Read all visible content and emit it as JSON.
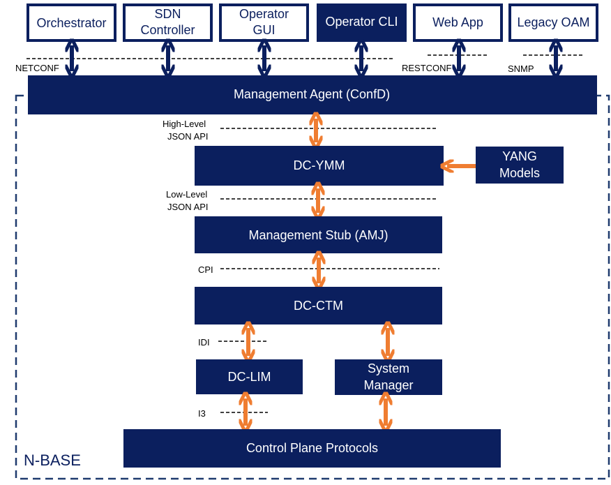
{
  "colors": {
    "navy": "#0b1f5e",
    "orange": "#ef7d31",
    "white": "#ffffff",
    "black": "#000000"
  },
  "clients": {
    "orchestrator": "Orchestrator",
    "sdn_line1": "SDN",
    "sdn_line2": "Controller",
    "operator_gui_line1": "Operator",
    "operator_gui_line2": "GUI",
    "operator_cli": "Operator CLI",
    "web_app": "Web App",
    "legacy_oam": "Legacy OAM"
  },
  "protocols": {
    "netconf": "NETCONF",
    "restconf": "RESTCONF",
    "snmp": "SNMP"
  },
  "layers": {
    "management_agent": "Management Agent (ConfD)",
    "dc_ymm": "DC-YMM",
    "yang_line1": "YANG",
    "yang_line2": "Models",
    "management_stub": "Management Stub (AMJ)",
    "dc_ctm": "DC-CTM",
    "dc_lim": "DC-LIM",
    "system_manager_line1": "System",
    "system_manager_line2": "Manager",
    "control_plane": "Control Plane Protocols"
  },
  "interfaces": {
    "high_level_line1": "High-Level",
    "high_level_line2": "JSON API",
    "low_level_line1": "Low-Level",
    "low_level_line2": "JSON API",
    "cpi": "CPI",
    "idi": "IDI",
    "i3": "I3"
  },
  "region": {
    "nbase": "N-BASE"
  }
}
